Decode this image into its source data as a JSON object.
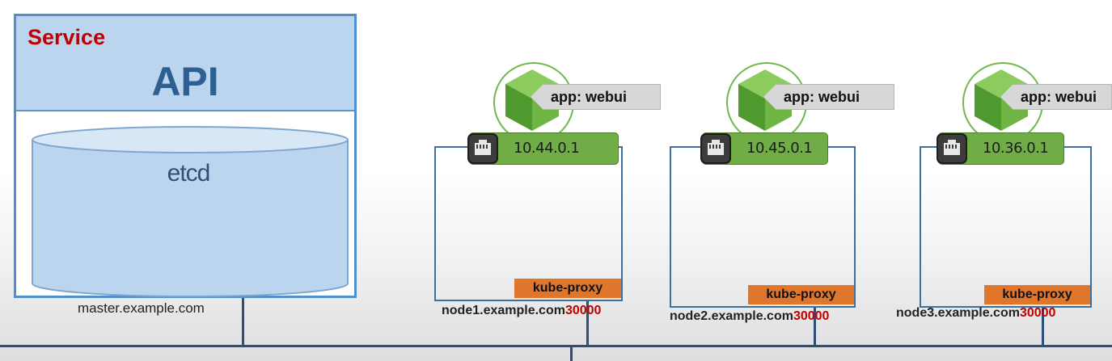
{
  "master": {
    "service_label": "Service",
    "api_label": "API",
    "store_label": "etcd",
    "hostname": "master.example.com"
  },
  "nodes": [
    {
      "app_label": "app: webui",
      "pod_ip": "10.44.0.1",
      "proxy_label": "kube-proxy",
      "hostname": "node1.example.com",
      "port": "30000"
    },
    {
      "app_label": "app: webui",
      "pod_ip": "10.45.0.1",
      "proxy_label": "kube-proxy",
      "hostname": "node2.example.com",
      "port": "30000"
    },
    {
      "app_label": "app: webui",
      "pod_ip": "10.36.0.1",
      "proxy_label": "kube-proxy",
      "hostname": "node3.example.com",
      "port": "30000"
    }
  ],
  "icons": {
    "pod": "cube-icon",
    "network": "ethernet-port-icon"
  },
  "colors": {
    "master_border": "#4f8fd0",
    "master_header": "#bcd5ee",
    "service_text": "#c00000",
    "api_text": "#2d5f93",
    "pod_green": "#70ad47",
    "proxy_orange": "#e0762c",
    "port_red": "#c00000",
    "network_line": "#2b4f78"
  }
}
